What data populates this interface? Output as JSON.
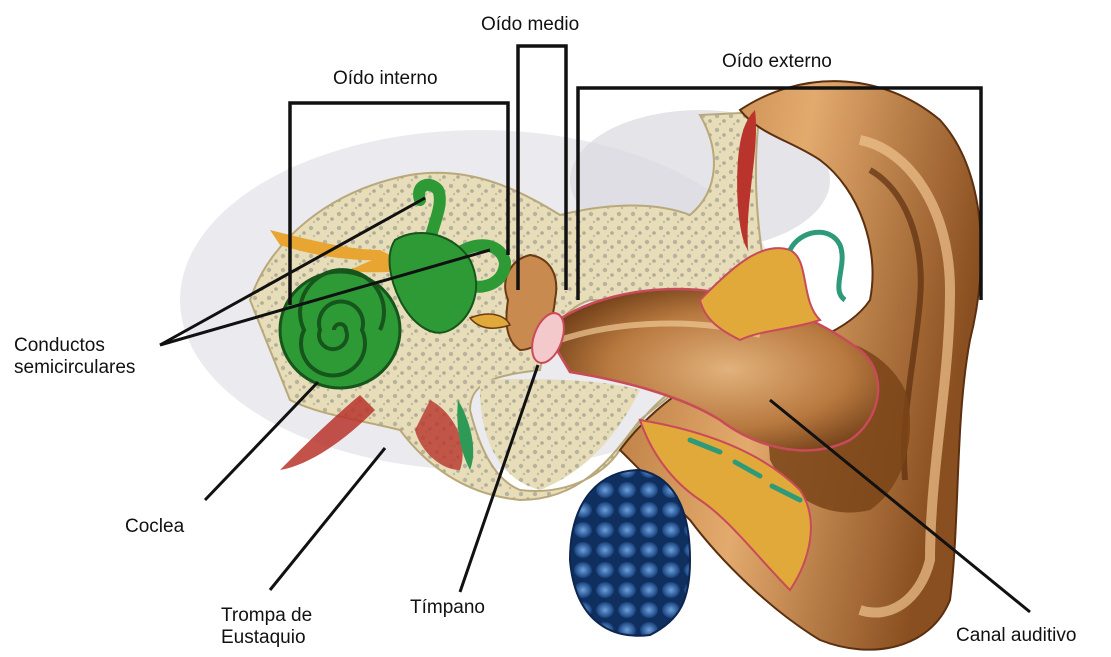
{
  "diagram": {
    "regions": {
      "inner": "Oído interno",
      "middle": "Oído medio",
      "outer": "Oído externo"
    },
    "labels": {
      "semicircular_line1": "Conductos",
      "semicircular_line2": "semicirculares",
      "cochlea": "Coclea",
      "eustachian_line1": "Trompa de",
      "eustachian_line2": "Eustaquio",
      "eardrum": "Tímpano",
      "ear_canal": "Canal auditivo"
    },
    "colors": {
      "skin": "#c88a4e",
      "skin_dark": "#6b3a14",
      "skin_light": "#e8b27a",
      "bone": "#e7ddb8",
      "bone_speckle": "#8f8f8a",
      "cochlea": "#2e9a36",
      "cochlea_dark": "#16561c",
      "nerve": "#e8a531",
      "gland": "#2d5fa8",
      "cartilage": "#e0a93a",
      "muscle": "#b8342c",
      "eardrum": "#f3c9cc",
      "line": "#111111"
    }
  }
}
